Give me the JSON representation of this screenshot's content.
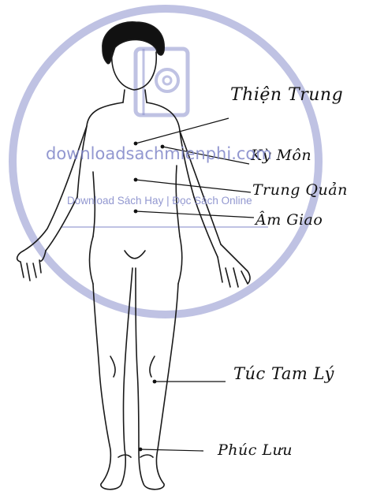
{
  "figure": {
    "labels": [
      {
        "text": "Thiện Trung"
      },
      {
        "text": "Kỳ Môn"
      },
      {
        "text": "Trung Quản"
      },
      {
        "text": "Âm Giao"
      },
      {
        "text": "Túc Tam Lý"
      },
      {
        "text": "Phúc Lưu"
      }
    ]
  },
  "watermark": {
    "url": "downloadsachmienphi.com",
    "tagline": "Download Sách Hay | Đọc Sách Online",
    "color": "#7f86c8"
  }
}
